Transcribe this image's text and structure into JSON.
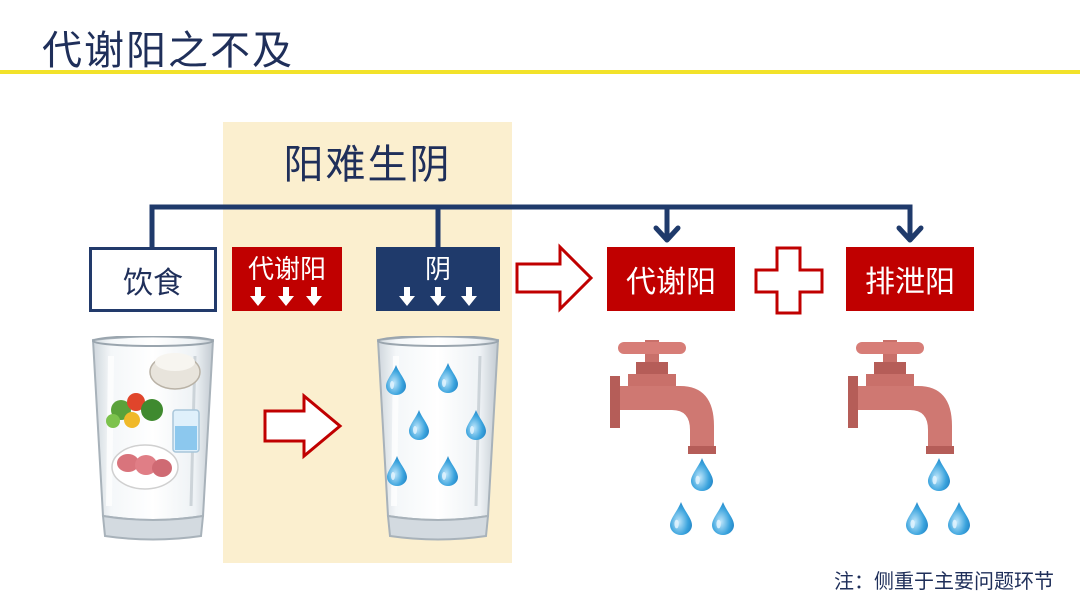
{
  "title": "代谢阳之不及",
  "highlight_title": "阳难生阴",
  "boxes": {
    "food": "饮食",
    "metabolic_yang_small": "代谢阳",
    "yin": "阴",
    "metabolic_yang": "代谢阳",
    "excretion_yang": "排泄阳"
  },
  "note": "注：侧重于主要问题环节",
  "colors": {
    "navy": "#1f3a6b",
    "red": "#c00000",
    "highlight": "#fbefcf",
    "title_rule": "#f2e22a",
    "faucet": "#c9706a",
    "water": "#2f9ad8"
  }
}
